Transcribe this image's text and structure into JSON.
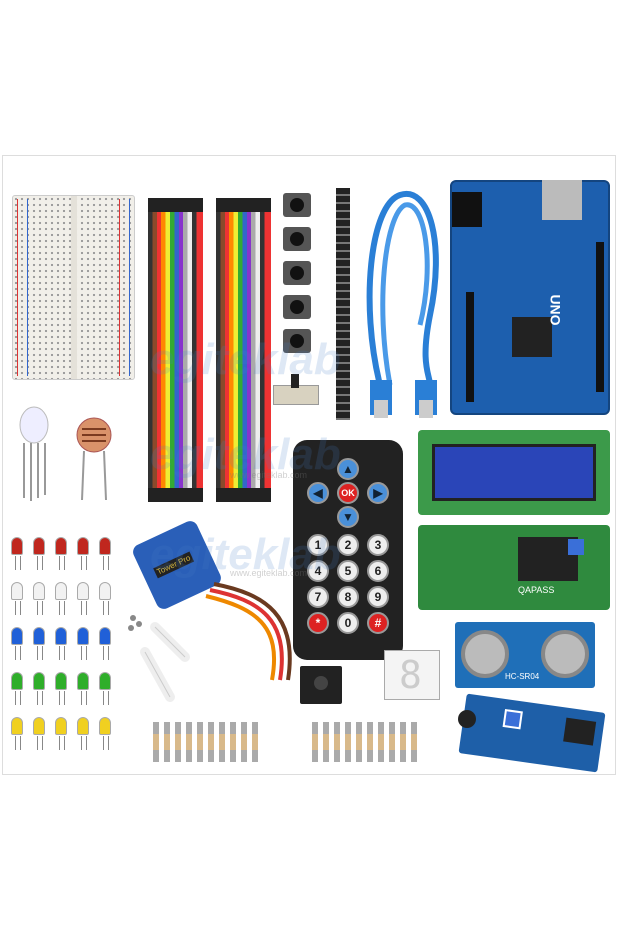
{
  "watermark": {
    "brand": "egiteklab",
    "url": "www.egiteklab.com"
  },
  "remote": {
    "ok": "OK",
    "keys": [
      "1",
      "2",
      "3",
      "4",
      "5",
      "6",
      "7",
      "8",
      "9",
      "*",
      "0",
      "#"
    ]
  },
  "arduino": {
    "label": "UNO"
  },
  "lcd_i2c": {
    "label": "QAPASS"
  },
  "servo": {
    "label": "Tower Pro"
  },
  "ultrasonic": {
    "label": "HC-SR04"
  },
  "seven_segment": {
    "digit": "8"
  },
  "led_colors": [
    "#c0271e",
    "#f2f2f2",
    "#2060d8",
    "#2fae2a",
    "#f0d020"
  ],
  "colors": {
    "board": "#1d5fae",
    "remote": "#222222",
    "lcd_pcb": "#3c9a4a",
    "lcd_screen": "#2a45b8"
  }
}
